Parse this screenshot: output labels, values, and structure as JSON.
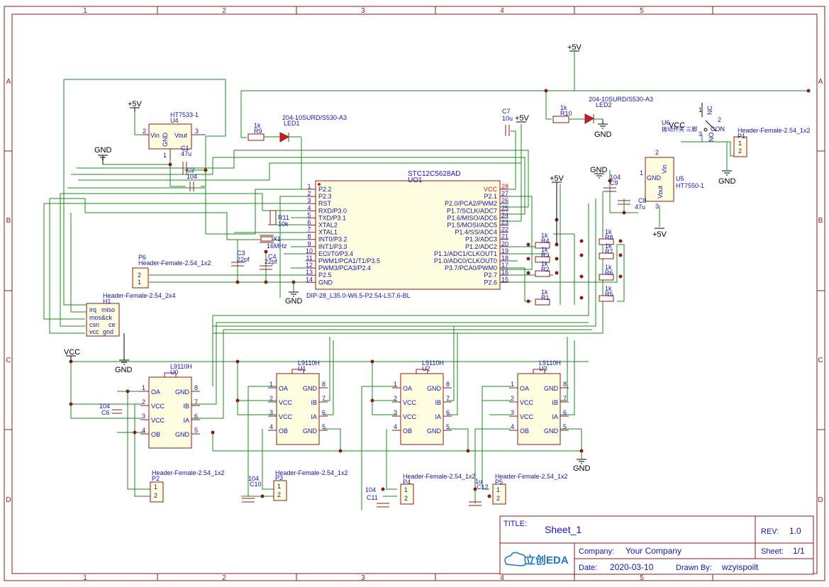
{
  "frame": {
    "col_labels": [
      "1",
      "2",
      "3",
      "4",
      "5"
    ],
    "row_labels": [
      "A",
      "B",
      "C",
      "D"
    ]
  },
  "power": {
    "p5v": "+5V",
    "vcc": "VCC",
    "gnd": "GND"
  },
  "mcu": {
    "name": "STC12C5628AD",
    "designator": "UO1",
    "footprint": "DIP-28_L35.0-W6.5-P2.54-LS7.6-BL",
    "left_pins": [
      {
        "num": "1",
        "name": "P2.2"
      },
      {
        "num": "2",
        "name": "P2.3"
      },
      {
        "num": "3",
        "name": "RST"
      },
      {
        "num": "4",
        "name": "RXD/P3.0"
      },
      {
        "num": "5",
        "name": "TXD/P3.1"
      },
      {
        "num": "6",
        "name": "XTAL2"
      },
      {
        "num": "7",
        "name": "XTAL1"
      },
      {
        "num": "8",
        "name": "INT0/P3.2"
      },
      {
        "num": "9",
        "name": "INT1/P3.3"
      },
      {
        "num": "10",
        "name": "ECI/T0/P3.4"
      },
      {
        "num": "11",
        "name": "PWM1/PCA1/T1/P3.5"
      },
      {
        "num": "12",
        "name": "PWM3/PCA3/P2.4"
      },
      {
        "num": "13",
        "name": "P2.5"
      },
      {
        "num": "14",
        "name": "GND"
      }
    ],
    "right_pins": [
      {
        "num": "28",
        "name": "VCC"
      },
      {
        "num": "27",
        "name": "P2.1"
      },
      {
        "num": "26",
        "name": "P2.0/PCA2/PWM2"
      },
      {
        "num": "25",
        "name": "P1.7/SCLK/ADC7"
      },
      {
        "num": "24",
        "name": "P1.6/MISO/ADC6"
      },
      {
        "num": "23",
        "name": "P1.5/MOSI/ADC5"
      },
      {
        "num": "22",
        "name": "P1.4/SS/ADC4"
      },
      {
        "num": "21",
        "name": "P1.3/ADC3"
      },
      {
        "num": "20",
        "name": "P1.2/ADC2"
      },
      {
        "num": "19",
        "name": "P1.1/ADC1/CLKOUT1"
      },
      {
        "num": "18",
        "name": "P1.0/ADC0/CLKOUT0"
      },
      {
        "num": "17",
        "name": "P3.7/PCA0/PWM0"
      },
      {
        "num": "16",
        "name": "P2.7"
      },
      {
        "num": "15",
        "name": "P2.6"
      }
    ]
  },
  "u4": {
    "name": "HT7533-1",
    "designator": "U4",
    "vin": "Vin",
    "gnd": "GND",
    "vout": "Vout",
    "pin1": "1",
    "pin2": "2",
    "pin3": "3"
  },
  "u5": {
    "name": "HT7550-1",
    "designator": "U5",
    "vin": "Vin",
    "gnd": "GND",
    "vout": "Vout",
    "pin1": "1",
    "pin2": "2",
    "pin3": "3"
  },
  "u6": {
    "designator": "U6",
    "label": "拨动开关 三脚",
    "nc": "NC",
    "no": "NO",
    "con": "CON",
    "pin1": "1",
    "pin2": "2",
    "pin3": "3"
  },
  "passives": {
    "c1": {
      "ref": "C1",
      "val": "47u"
    },
    "c2": {
      "ref": "C2",
      "val": "104"
    },
    "c3": {
      "ref": "C3",
      "val": "22pf"
    },
    "c4": {
      "ref": "C4",
      "val": "22pf"
    },
    "c6": {
      "ref": "C6",
      "val": "104"
    },
    "c7": {
      "ref": "C7",
      "val": "10u"
    },
    "c8": {
      "ref": "C8",
      "val": "47u"
    },
    "c9": {
      "ref": "C9",
      "val": "104"
    },
    "c10": {
      "ref": "C10",
      "val": "104"
    },
    "c11": {
      "ref": "C11",
      "val": "104"
    },
    "c12": {
      "ref": "C12",
      "val": "1u"
    },
    "r9": {
      "ref": "R9",
      "val": "1k"
    },
    "r10": {
      "ref": "R10",
      "val": "1k"
    },
    "r11": {
      "ref": "R11",
      "val": "10k"
    },
    "r1": {
      "ref": "R1",
      "val": "1k"
    },
    "r2": {
      "ref": "R2",
      "val": "1k"
    },
    "r3": {
      "ref": "R3",
      "val": "1k"
    },
    "r4": {
      "ref": "R4",
      "val": "1k"
    },
    "r5": {
      "ref": "R5",
      "val": "1k"
    },
    "r6": {
      "ref": "R6",
      "val": "1k"
    },
    "r7": {
      "ref": "R7",
      "val": "1k"
    },
    "r8": {
      "ref": "R8",
      "val": "1k"
    },
    "x1": {
      "ref": "X1",
      "val": "16MHz"
    },
    "led1": {
      "ref": "LED1",
      "val": "204-10SURD/S530-A3"
    },
    "led2": {
      "ref": "LED2",
      "val": "204-10SURD/S530-A3"
    }
  },
  "headers": {
    "h1": {
      "ref": "H1",
      "val": "Header-Female-2.54_2x4",
      "pins": [
        "irq",
        "miso",
        "mos&ck",
        "csn",
        "ce",
        "vcc",
        "gnd"
      ]
    },
    "p1": {
      "ref": "P1",
      "val": "Header-Female-2.54_1x2",
      "pin1": "1",
      "pin2": "2"
    },
    "p2": {
      "ref": "P2",
      "val": "Header-Female-2.54_1x2",
      "pin1": "1",
      "pin2": "2"
    },
    "p3": {
      "ref": "P3",
      "val": "Header-Female-2.54_1x2",
      "pin1": "1",
      "pin2": "2"
    },
    "p4": {
      "ref": "P4",
      "val": "Header-Female-2.54_1x2",
      "pin1": "1",
      "pin2": "2"
    },
    "p5": {
      "ref": "P5",
      "val": "Header-Female-2.54_1x2",
      "pin1": "1",
      "pin2": "2"
    },
    "p6": {
      "ref": "P6",
      "val": "Header-Female-2.54_1x2",
      "pin1": "2",
      "pin2": "1"
    }
  },
  "drivers": {
    "part": "L9110H",
    "refs": [
      "U0",
      "U1",
      "U2",
      "U3"
    ],
    "pins": {
      "oa": "OA",
      "vcc": "VCC",
      "ob": "OB",
      "gnd": "GND",
      "ib": "IB",
      "ia": "IA"
    },
    "nums": [
      "1",
      "2",
      "3",
      "4",
      "5",
      "6",
      "7",
      "8"
    ]
  },
  "title_block": {
    "title_label": "TITLE:",
    "title": "Sheet_1",
    "rev_label": "REV:",
    "rev": "1.0",
    "company_label": "Company:",
    "company": "Your Company",
    "sheet_label": "Sheet:",
    "sheet": "1/1",
    "date_label": "Date:",
    "date": "2020-03-10",
    "drawn_label": "Drawn By:",
    "drawn_by": "wzyispoilt",
    "logo_text": "立创EDA"
  }
}
